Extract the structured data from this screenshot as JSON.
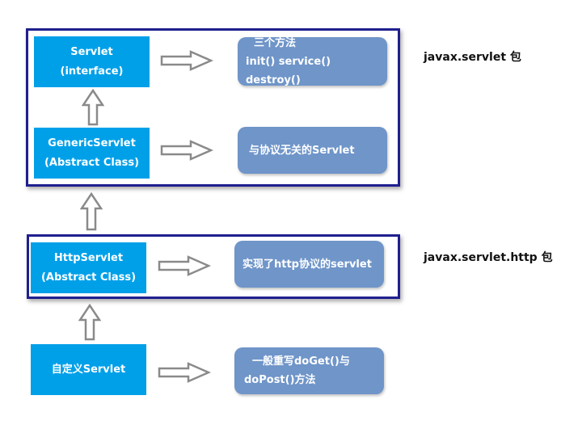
{
  "classes": {
    "servlet": {
      "line1": "Servlet",
      "line2": "(interface)"
    },
    "generic": {
      "line1": "GenericServlet",
      "line2": "(Abstract Class)"
    },
    "http": {
      "line1": "HttpServlet",
      "line2": "(Abstract Class)"
    },
    "custom": {
      "line1": "自定义Servlet"
    }
  },
  "descriptions": {
    "servlet": {
      "line1": "三个方法",
      "line2": "init() service() destroy()"
    },
    "generic": {
      "line1": "与协议无关的Servlet"
    },
    "http": {
      "line1": "实现了http协议的servlet"
    },
    "custom": {
      "line1": "一般重写doGet()与",
      "line2": "doPost()方法"
    }
  },
  "packages": {
    "servlet": "javax.servlet 包",
    "http": "javax.servlet.http 包"
  },
  "colors": {
    "class_fill": "#00a0e9",
    "desc_fill": "#6f95c9",
    "group_border": "#1f1f8f",
    "arrow_stroke": "#8a8a8a"
  }
}
